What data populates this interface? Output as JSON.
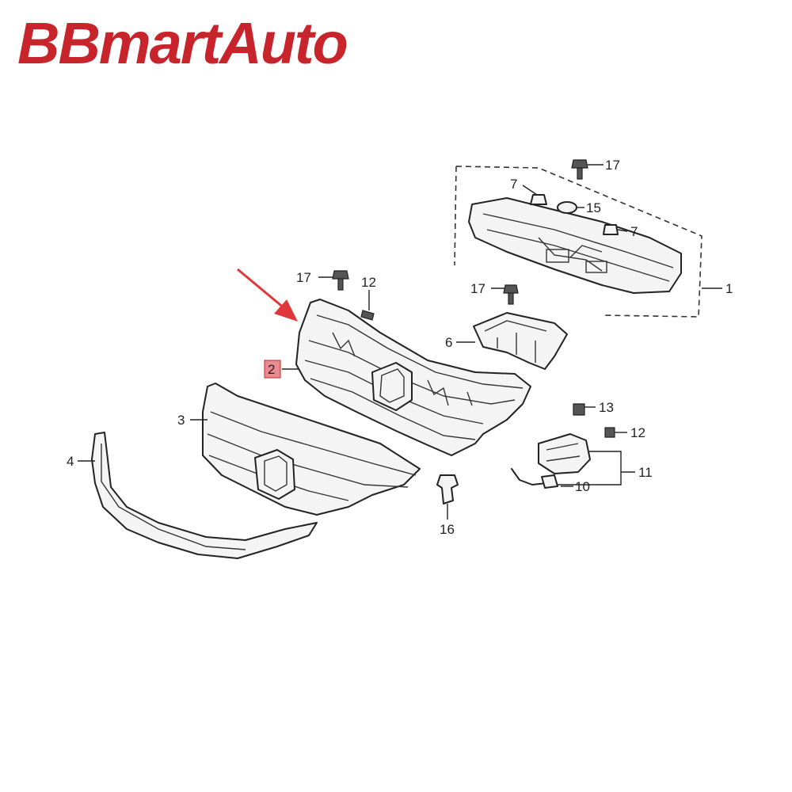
{
  "brand": {
    "text": "BBmartAuto",
    "color": "#c7252b"
  },
  "highlight": {
    "label": "2",
    "color": "#e88a8f",
    "arrow_color": "#e0383a"
  },
  "callouts": {
    "c1": "1",
    "c2": "2",
    "c3": "3",
    "c4": "4",
    "c6": "6",
    "c7a": "7",
    "c7b": "7",
    "c10": "10",
    "c11": "11",
    "c12a": "12",
    "c12b": "12",
    "c13": "13",
    "c15": "15",
    "c16": "16",
    "c17a": "17",
    "c17b": "17",
    "c17c": "17"
  }
}
